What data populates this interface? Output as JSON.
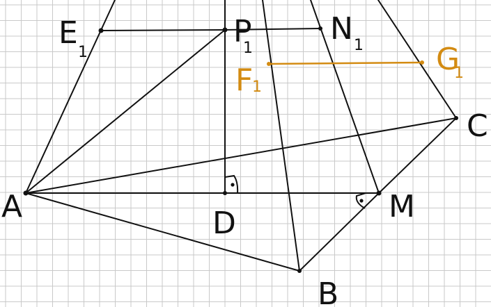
{
  "colors": {
    "grid": "#c9c9c9",
    "line": "#111111",
    "accent": "#d38b12",
    "background": "#ffffff"
  },
  "labels": {
    "E": "E",
    "E_sub": "1",
    "P": "P",
    "P_sub": "1",
    "N": "N",
    "N_sub": "1",
    "F": "F",
    "F_sub": "1",
    "G": "G",
    "G_sub": "1",
    "A": "A",
    "B": "B",
    "C": "C",
    "D": "D",
    "M": "M"
  }
}
